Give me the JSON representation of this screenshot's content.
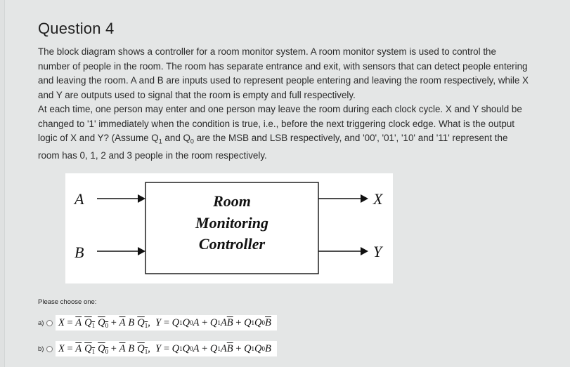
{
  "question": {
    "title": "Question 4",
    "paragraph1": "The block diagram shows a controller for a room monitor system. A room monitor system is used to control the number of people in the room. The room has separate entrance and exit, with sensors that can detect people entering and leaving the room. A and B are inputs used to represent people entering and leaving the room respectively, while X and Y are outputs used to signal that the room is empty and full respectively.",
    "paragraph2_a": "At each time, one person may enter and one person may leave the room during each clock cycle. X and Y should be changed to '1' immediately when the condition is true, i.e., before the next triggering clock edge. What is the output logic of X and Y? (Assume Q",
    "paragraph2_sub1": "1",
    "paragraph2_b": " and Q",
    "paragraph2_sub0": "0",
    "paragraph2_c": " are the MSB and LSB respectively, and '00', '01', '10' and '11' represent the room has 0, 1, 2 and 3 people in the room respectively."
  },
  "diagram": {
    "input_a": "A",
    "input_b": "B",
    "output_x": "X",
    "output_y": "Y",
    "block_line1": "Room",
    "block_line2": "Monitoring",
    "block_line3": "Controller"
  },
  "choices": {
    "prompt": "Please choose one:",
    "a_label": "a)",
    "b_label": "b)"
  }
}
